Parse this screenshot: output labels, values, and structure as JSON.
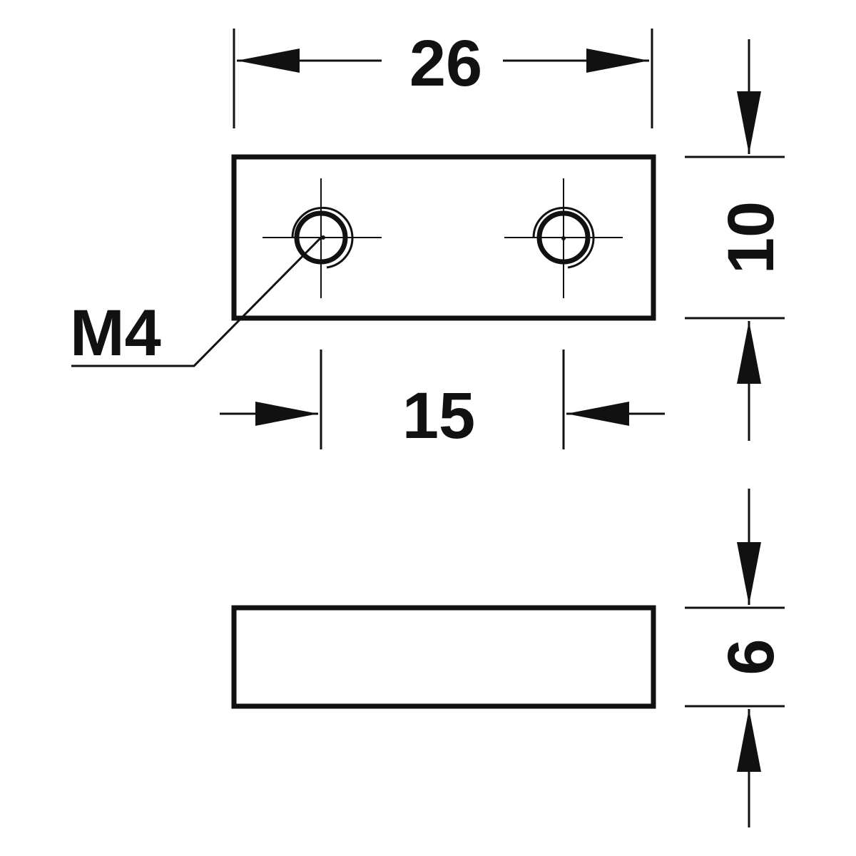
{
  "drawing": {
    "line_color": "#111111",
    "background": "#ffffff"
  },
  "dimensions": {
    "overall_length": "26",
    "hole_spacing": "15",
    "plate_width": "10",
    "plate_thickness": "6"
  },
  "callouts": {
    "thread": "M4"
  }
}
